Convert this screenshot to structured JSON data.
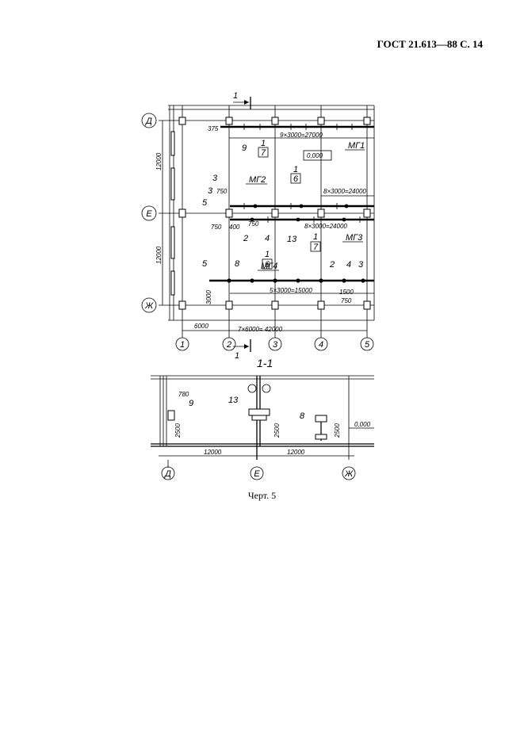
{
  "header": {
    "title": "ГОСТ 21.613—88 С. 14"
  },
  "caption": "Черт. 5",
  "plan": {
    "rows": [
      "Д",
      "Е",
      "Ж"
    ],
    "columns": [
      "1",
      "2",
      "3",
      "4",
      "5"
    ],
    "section_mark": "1",
    "dims": {
      "row_spacing": "12000",
      "col_first": "6000",
      "col_total": "7×6000= 42000",
      "top_run": "9×3000=27000",
      "mid_run_upper": "8×3000=24000",
      "mid_run_lower": "8×3000=24000",
      "bottom_run": "5×3000=15000",
      "offset_375": "375",
      "offset_750a": "750",
      "offset_750b": "750",
      "offset_750c": "750",
      "offset_750d": "750",
      "offset_400": "400",
      "offset_3000": "3000",
      "offset_1500": "1500"
    },
    "level": "0,000",
    "labels": {
      "mg1": "МГ1",
      "mg2": "МГ2",
      "mg3": "МГ3",
      "mg4": "МГ4",
      "n1": "1",
      "n2": "2",
      "n3": "3",
      "n4": "4",
      "n5": "5",
      "n6": "6",
      "n7": "7",
      "n8": "8",
      "n9": "9",
      "n13": "13"
    }
  },
  "section": {
    "title": "1-1",
    "axes": [
      "Д",
      "Е",
      "Ж"
    ],
    "dims": {
      "span1": "12000",
      "span2": "12000",
      "h1": "2500",
      "h2": "2500",
      "h3": "2500",
      "offset": "780"
    },
    "level": "0,000",
    "labels": {
      "n9": "9",
      "n13": "13",
      "n8": "8"
    }
  }
}
